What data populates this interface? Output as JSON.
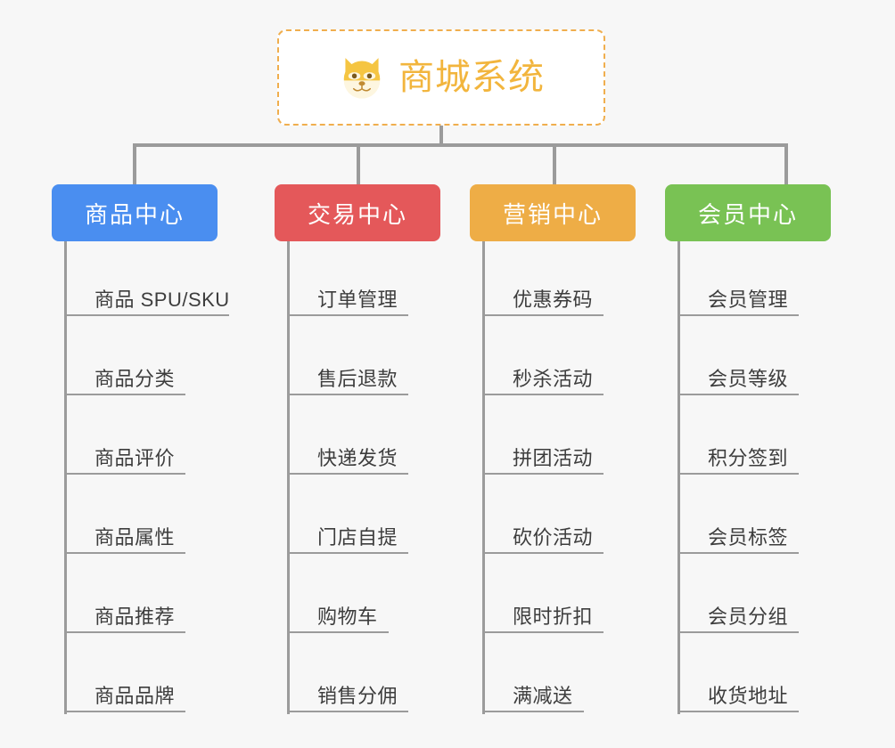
{
  "page": {
    "background_color": "#f7f7f7",
    "line_color": "#9b9b9b"
  },
  "root": {
    "title": "商城系统",
    "icon": "dog-face-icon",
    "border_color": "#f0ae4e",
    "text_color": "#f2b53d",
    "background_color": "#ffffff"
  },
  "categories": [
    {
      "label": "商品中心",
      "color": "#4a8ef0",
      "items": [
        "商品 SPU/SKU",
        "商品分类",
        "商品评价",
        "商品属性",
        "商品推荐",
        "商品品牌"
      ]
    },
    {
      "label": "交易中心",
      "color": "#e4585a",
      "items": [
        "订单管理",
        "售后退款",
        "快递发货",
        "门店自提",
        "购物车",
        "销售分佣"
      ]
    },
    {
      "label": "营销中心",
      "color": "#eead46",
      "items": [
        "优惠券码",
        "秒杀活动",
        "拼团活动",
        "砍价活动",
        "限时折扣",
        "满减送"
      ]
    },
    {
      "label": "会员中心",
      "color": "#79c254",
      "items": [
        "会员管理",
        "会员等级",
        "积分签到",
        "会员标签",
        "会员分组",
        "收货地址"
      ]
    }
  ]
}
